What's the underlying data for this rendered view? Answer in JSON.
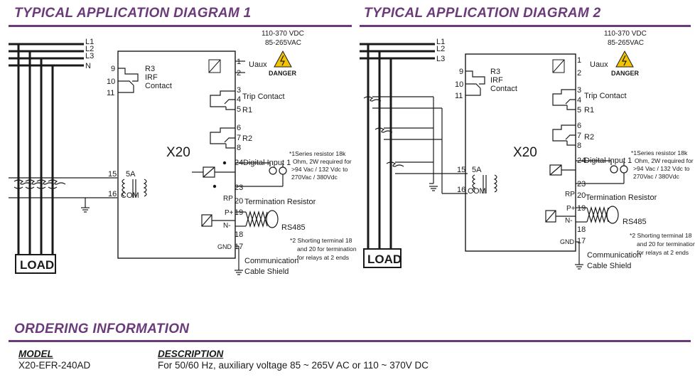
{
  "diagram1": {
    "title": "TYPICAL APPLICATION DIAGRAM 1",
    "lines": [
      "L1",
      "L2",
      "L3",
      "N"
    ],
    "supply": [
      "110-370 VDC",
      "85-265VAC"
    ],
    "danger": "DANGER",
    "uaux": "Uaux",
    "relay_r3": [
      "R3",
      "IRF",
      "Contact"
    ],
    "trip": "Trip Contact",
    "r1": "R1",
    "r2": "R2",
    "device": "X20",
    "digital_input": "Digital Input 1",
    "ct_rating": "5A",
    "com": "COM",
    "rp": "RP",
    "termination": "Termination Resistor",
    "p_plus": "P+",
    "n_minus": "N-",
    "rs485": "RS485",
    "gnd": "GND",
    "shield": [
      "Communication",
      "Cable Shield"
    ],
    "note1": [
      "*1Series resistor 18k",
      "Ohm, 2W required for",
      ">94 Vac / 132 Vdc to",
      "270Vac / 380Vdc"
    ],
    "note2": [
      "*2 Shorting terminal 18",
      "and 20 for termination",
      "for relays at 2 ends"
    ],
    "load": "LOAD",
    "terminals": [
      "1",
      "2",
      "3",
      "4",
      "5",
      "6",
      "7",
      "8",
      "9",
      "10",
      "11",
      "15",
      "16",
      "17",
      "18",
      "19",
      "20",
      "23",
      "24"
    ]
  },
  "diagram2": {
    "title": "TYPICAL APPLICATION DIAGRAM 2",
    "lines": [
      "L1",
      "L2",
      "L3"
    ],
    "supply": [
      "110-370 VDC",
      "85-265VAC"
    ],
    "danger": "DANGER",
    "uaux": "Uaux",
    "relay_r3": [
      "R3",
      "IRF",
      "Contact"
    ],
    "trip": "Trip Contact",
    "r1": "R1",
    "r2": "R2",
    "device": "X20",
    "digital_input": "Digital Input 1",
    "ct_rating": "5A",
    "com": "COM",
    "rp": "RP",
    "termination": "Termination Resistor",
    "p_plus": "P+",
    "n_minus": "N-",
    "rs485": "RS485",
    "gnd": "GND",
    "shield": [
      "Communication",
      "Cable Shield"
    ],
    "note1": [
      "*1Series resistor 18k",
      "Ohm, 2W required for",
      ">94 Vac / 132 Vdc to",
      "270Vac / 380Vdc"
    ],
    "note2": [
      "*2 Shorting terminal 18",
      "and 20 for termination",
      "for relays at 2 ends"
    ],
    "load": "LOAD",
    "terminals": [
      "1",
      "2",
      "3",
      "4",
      "5",
      "6",
      "7",
      "8",
      "9",
      "10",
      "11",
      "15",
      "16",
      "17",
      "18",
      "19",
      "20",
      "23",
      "24"
    ]
  },
  "ordering": {
    "title": "ORDERING INFORMATION",
    "model_header": "MODEL",
    "description_header": "DESCRIPTION",
    "model": "X20-EFR-240AD",
    "description": "For 50/60 Hz, auxiliary voltage 85 ~ 265V AC or 110 ~ 370V DC"
  }
}
